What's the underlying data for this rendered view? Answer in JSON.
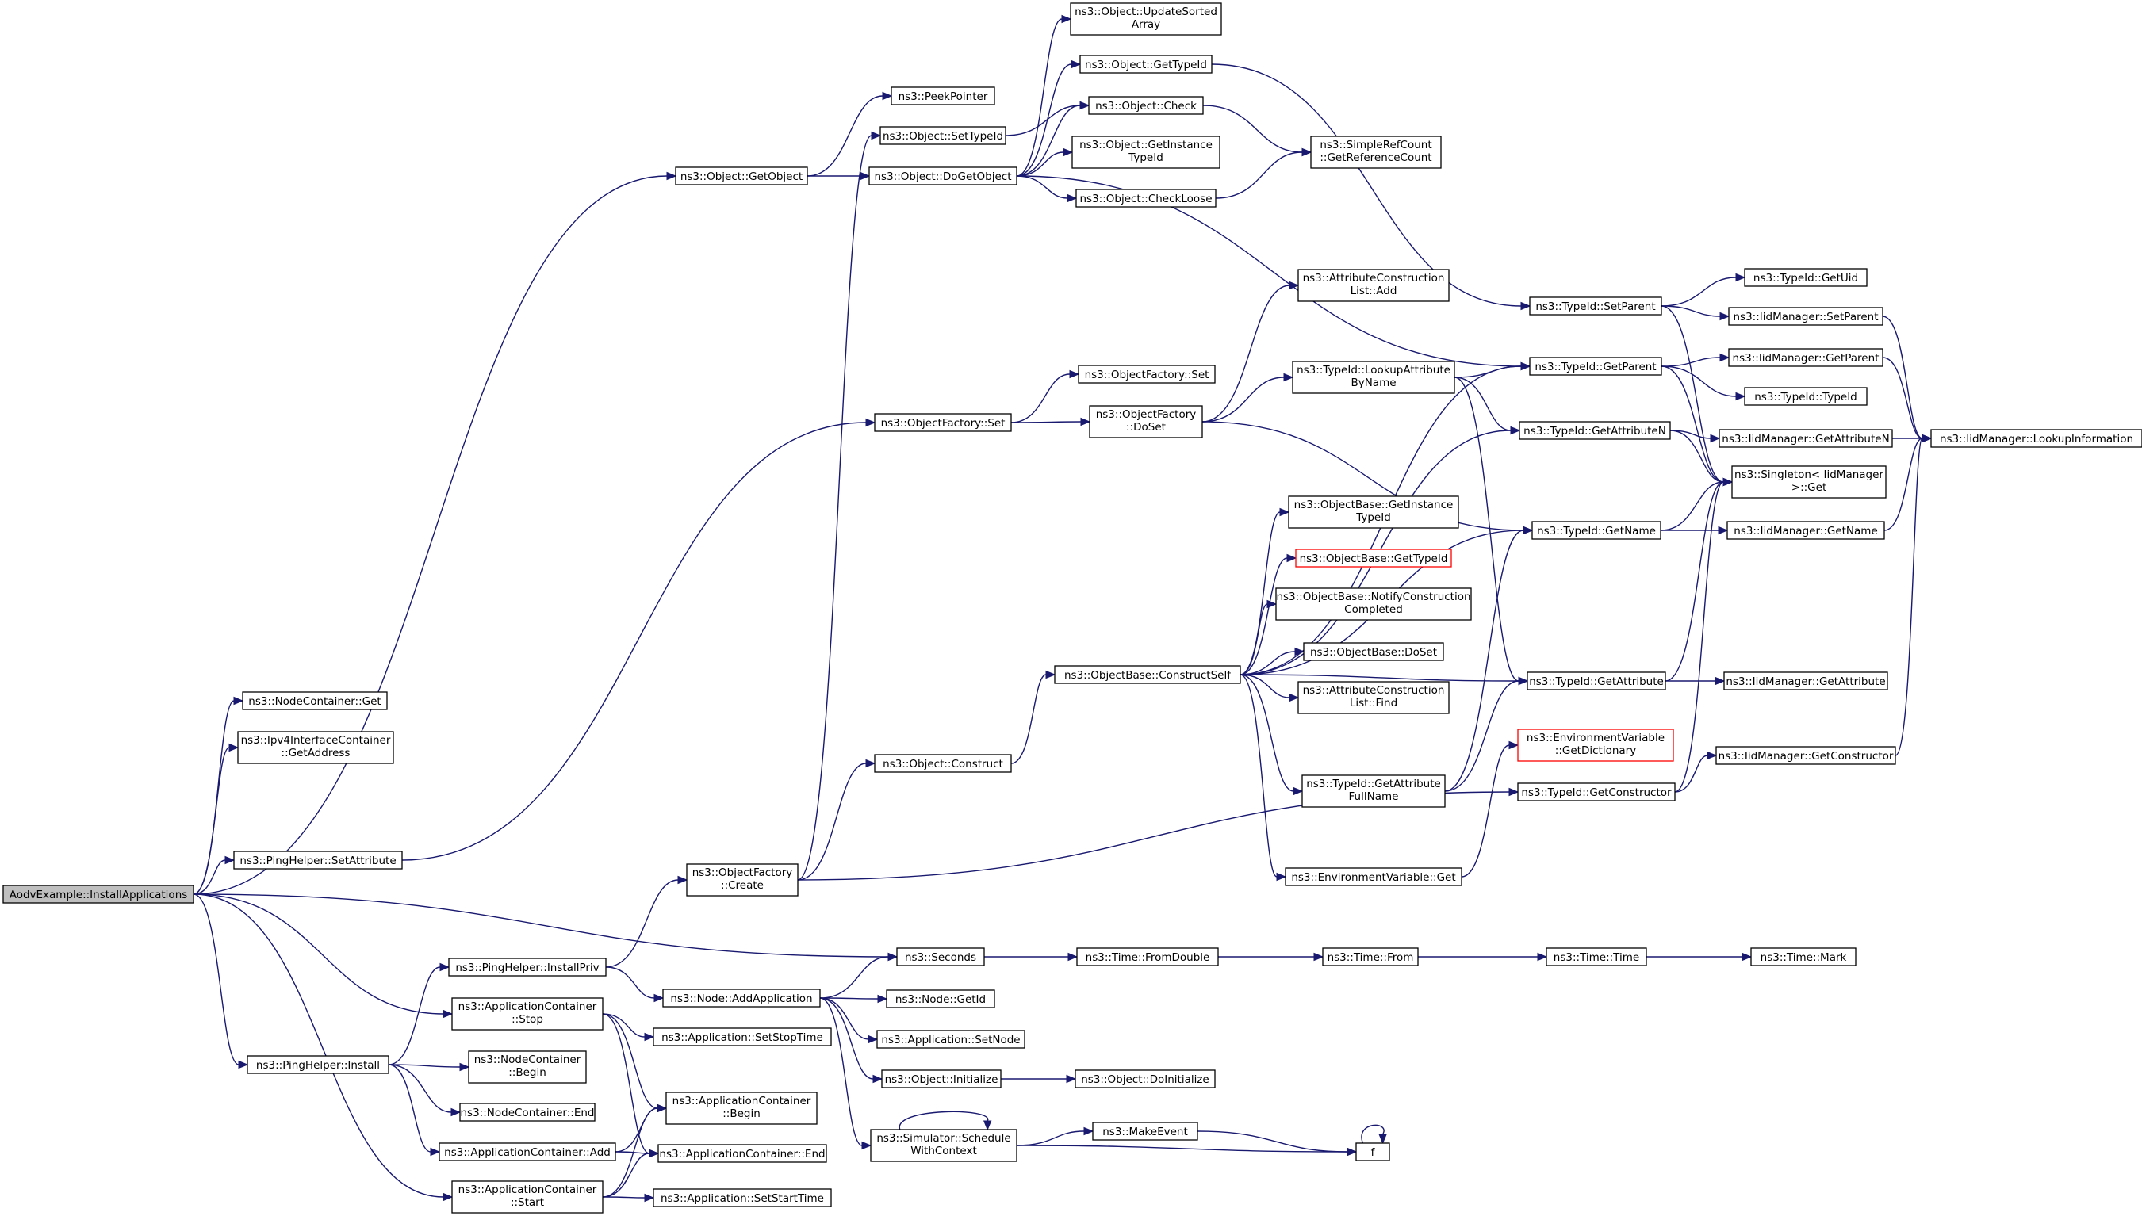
{
  "nodes": {
    "root": "AodvExample::InstallApplications",
    "nc_get": "ns3::NodeContainer::Get",
    "ipv4_getaddr": [
      "ns3::Ipv4InterfaceContainer",
      "::GetAddress"
    ],
    "ph_setattr": "ns3::PingHelper::SetAttribute",
    "ph_install": "ns3::PingHelper::Install",
    "ac_start": [
      "ns3::ApplicationContainer",
      "::Start"
    ],
    "ac_stop": [
      "ns3::ApplicationContainer",
      "::Stop"
    ],
    "ac_add": "ns3::ApplicationContainer::Add",
    "ac_begin": [
      "ns3::ApplicationContainer",
      "::Begin"
    ],
    "ac_end": "ns3::ApplicationContainer::End",
    "nc_begin": [
      "ns3::NodeContainer",
      "::Begin"
    ],
    "nc_end": "ns3::NodeContainer::End",
    "ph_installpriv": "ns3::PingHelper::InstallPriv",
    "app_setstoptime": "ns3::Application::SetStopTime",
    "app_setstarttime": "ns3::Application::SetStartTime",
    "of_create": [
      "ns3::ObjectFactory",
      "::Create"
    ],
    "node_addapp": "ns3::Node::AddApplication",
    "seconds": "ns3::Seconds",
    "node_getid": "ns3::Node::GetId",
    "app_setnode": "ns3::Application::SetNode",
    "obj_initialize": "ns3::Object::Initialize",
    "obj_doinitialize": "ns3::Object::DoInitialize",
    "sim_schedule": [
      "ns3::Simulator::Schedule",
      "WithContext"
    ],
    "makeevent": "ns3::MakeEvent",
    "f": "f",
    "time_fromdouble": "ns3::Time::FromDouble",
    "time_from": "ns3::Time::From",
    "time_time": "ns3::Time::Time",
    "time_mark": "ns3::Time::Mark",
    "obj_getobject": "ns3::Object::GetObject",
    "peekpointer": "ns3::PeekPointer",
    "obj_dogetobject": "ns3::Object::DoGetObject",
    "obj_settypeid": "ns3::Object::SetTypeId",
    "obj_updatesorted": [
      "ns3::Object::UpdateSorted",
      "Array"
    ],
    "obj_gettypeid": "ns3::Object::GetTypeId",
    "obj_check": "ns3::Object::Check",
    "obj_getinstance": [
      "ns3::Object::GetInstance",
      "TypeId"
    ],
    "obj_checkloose": "ns3::Object::CheckLoose",
    "src_getrefcount": [
      "ns3::SimpleRefCount",
      "::GetReferenceCount"
    ],
    "of_set": "ns3::ObjectFactory::Set",
    "ofac_set": "ns3::ObjectFactory::Set",
    "of_doset": [
      "ns3::ObjectFactory",
      "::DoSet"
    ],
    "obj_construct": "ns3::Object::Construct",
    "ob_constructself": "ns3::ObjectBase::ConstructSelf",
    "acl_add": [
      "ns3::AttributeConstruction",
      "List::Add"
    ],
    "tid_lookupattr": [
      "ns3::TypeId::LookupAttribute",
      "ByName"
    ],
    "ob_getinstance": [
      "ns3::ObjectBase::GetInstance",
      "TypeId"
    ],
    "ob_gettypeid": "ns3::ObjectBase::GetTypeId",
    "ob_notify": [
      "ns3::ObjectBase::NotifyConstruction",
      "Completed"
    ],
    "ob_doset": "ns3::ObjectBase::DoSet",
    "acl_find": [
      "ns3::AttributeConstruction",
      "List::Find"
    ],
    "tid_getattrfullname": [
      "ns3::TypeId::GetAttribute",
      "FullName"
    ],
    "env_get": "ns3::EnvironmentVariable::Get",
    "env_getdict": [
      "ns3::EnvironmentVariable",
      "::GetDictionary"
    ],
    "tid_setparent": "ns3::TypeId::SetParent",
    "tid_getparent": "ns3::TypeId::GetParent",
    "tid_getattributen": "ns3::TypeId::GetAttributeN",
    "tid_getname": "ns3::TypeId::GetName",
    "tid_getattribute": "ns3::TypeId::GetAttribute",
    "tid_getconstructor": "ns3::TypeId::GetConstructor",
    "tid_getuid": "ns3::TypeId::GetUid",
    "tid_typeid": "ns3::TypeId::TypeId",
    "iid_setparent": "ns3::IidManager::SetParent",
    "iid_getparent": "ns3::IidManager::GetParent",
    "iid_getattrn": "ns3::IidManager::GetAttributeN",
    "singleton_get": [
      "ns3::Singleton< IidManager",
      " >::Get"
    ],
    "iid_getname": "ns3::IidManager::GetName",
    "iid_getattribute": "ns3::IidManager::GetAttribute",
    "iid_getconstructor": "ns3::IidManager::GetConstructor",
    "iid_lookupinfo": "ns3::IidManager::LookupInformation"
  },
  "colors": {
    "edge": "#191970",
    "root_fill": "#bfbfbf",
    "missing_border": "#ff0000"
  }
}
